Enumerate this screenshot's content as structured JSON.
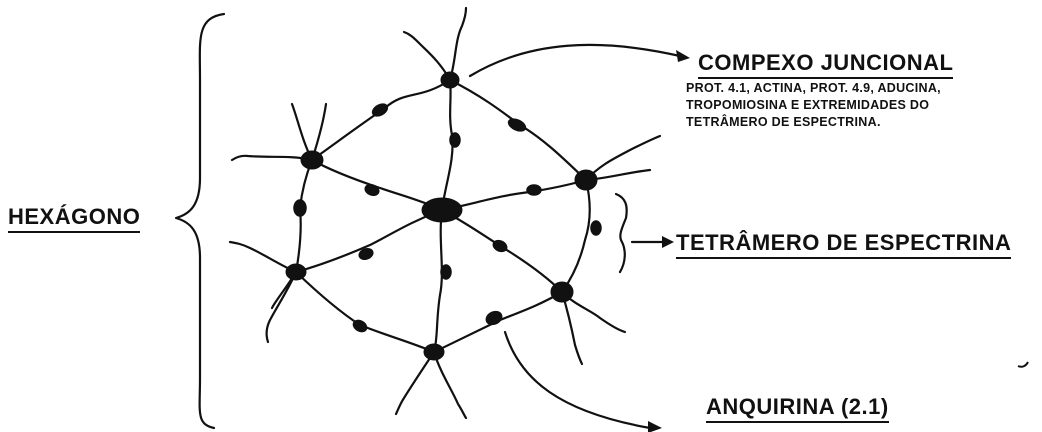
{
  "labels": {
    "hexagon": "HEXÁGONO",
    "junctional_complex_title": "COMPEXO JUNCIONAL",
    "junctional_complex_desc": "PROT. 4.1, ACTINA, PROT. 4.9, ADUCINA,\nTROPOMIOSINA E EXTREMIDADES DO\nTETRÂMERO DE ESPECTRINA.",
    "spectrin_tetramer": "TETRÂMERO  DE  ESPECTRINA",
    "ankyrin": "ANQUIRINA (2.1)"
  },
  "colors": {
    "ink": "#111111",
    "background": "#ffffff"
  }
}
